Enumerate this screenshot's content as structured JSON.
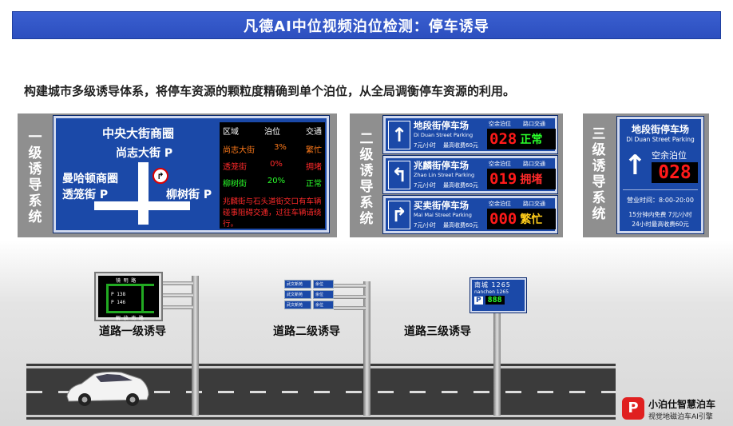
{
  "title": "凡德AI中位视频泊位检测：停车诱导",
  "subtitle": "构建城市多级诱导体系，将停车资源的颗粒度精确到单个泊位，从全局调衡停车资源的利用。",
  "level1": {
    "vert_label": [
      "一",
      "级",
      "诱",
      "导",
      "系",
      "统"
    ],
    "place_top": "中央大街商圈",
    "street_p1": "尚志大街 P",
    "place_left": "曼哈顿商圈",
    "street_left": "透笼街 P",
    "street_right": "柳树街 P",
    "table_headers": [
      "区域",
      "泊位",
      "交通"
    ],
    "rows": [
      {
        "area": "尚志大街",
        "spots": "3%",
        "traffic": "繁忙",
        "color": "#ff7a1a"
      },
      {
        "area": "透笼街",
        "spots": "0%",
        "traffic": "拥堵",
        "color": "#ff2a2a"
      },
      {
        "area": "柳树街",
        "spots": "20%",
        "traffic": "正常",
        "color": "#2aff2a"
      }
    ],
    "notice": "兆麟街与石头道街交口有车辆碰事阻碍交通，过往车辆请绕行。"
  },
  "level2": {
    "vert_label": [
      "二",
      "级",
      "诱",
      "导",
      "系",
      "统"
    ],
    "header_spots": "空余泊位",
    "header_traffic": "路口交通",
    "rows": [
      {
        "name": "地段街停车场",
        "en": "Di Duan Street Parking",
        "price": "7元/小时",
        "max": "最高收费60元",
        "count": "028",
        "status": "正常",
        "status_color": "#2aff2a",
        "arrow": "up"
      },
      {
        "name": "兆麟街停车场",
        "en": "Zhao Lin Street Parking",
        "price": "7元/小时",
        "max": "最高收费60元",
        "count": "019",
        "status": "拥堵",
        "status_color": "#ff2a2a",
        "arrow": "left"
      },
      {
        "name": "买卖街停车场",
        "en": "Mai Mai Street Parking",
        "price": "7元/小时",
        "max": "最高收费60元",
        "count": "000",
        "status": "繁忙",
        "status_color": "#ffcc1a",
        "arrow": "right"
      }
    ]
  },
  "level3": {
    "vert_label": [
      "三",
      "级",
      "诱",
      "导",
      "系",
      "统"
    ],
    "name": "地段街停车场",
    "en": "Di Duan Street Parking",
    "spots_label": "空余泊位",
    "count": "028",
    "hours": "营业时间：8:00-20:00",
    "free": "15分钟内免费  7元/小时",
    "max": "24小时最高收费60元"
  },
  "road": {
    "label1": "道路一级诱导",
    "label2": "道路二级诱导",
    "label3": "道路三级诱导",
    "mini1_top": "镜 明 路",
    "mini1_bottom": "解 放 南 路",
    "mini1_left": "镜明路",
    "mini1_mid1": "P 138",
    "mini1_mid2": "P 146",
    "mini2_rows": [
      "武文新苑",
      "武文新苑",
      "武文新苑"
    ],
    "mini2_tag": "余位",
    "mini3_top": "南城 1265",
    "mini3_en": "nanchen 1265",
    "mini3_p": "P",
    "mini3_count": "888"
  },
  "brand": {
    "name": "小泊仕智慧泊车",
    "slogan": "视觉地磁泊车AI引擎"
  },
  "colors": {
    "blue": "#1b49a8",
    "title": "#2c4fbf",
    "gray": "#8f8f8f"
  }
}
